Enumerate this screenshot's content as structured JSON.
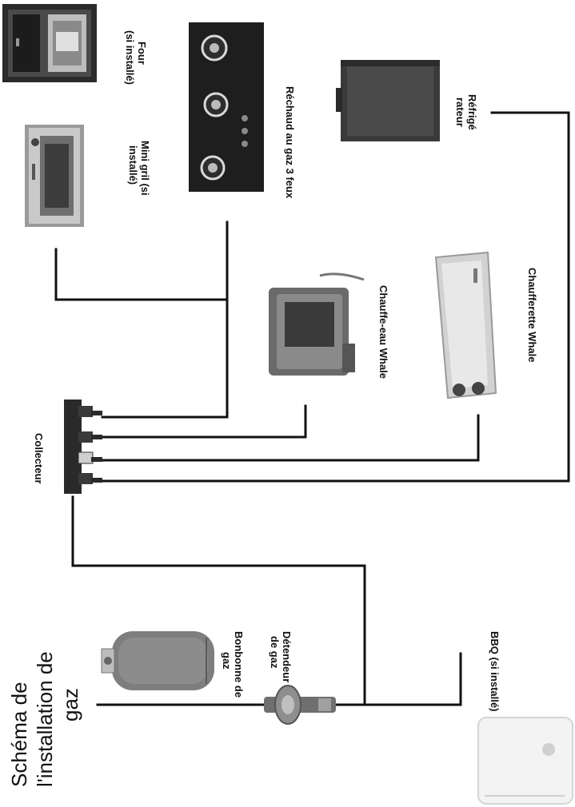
{
  "diagram": {
    "title_lines": [
      "Schéma de",
      "l'installation de",
      "gaz"
    ],
    "labels": {
      "four": [
        "Four",
        "(si installé)"
      ],
      "mini_gril": [
        "Mini gril (si",
        "installé)"
      ],
      "rechaud": "Réchaud au gaz 3 feux",
      "refrigerateur": [
        "Réfrigé",
        "rateur"
      ],
      "chauffe_eau": "Chauffe-eau Whale",
      "chaufferette": "Chaufferette Whale",
      "collecteur": "Collecteur",
      "bonbonne": [
        "Bonbonne de",
        "gaz"
      ],
      "detendeur": [
        "Détendeur",
        "de gaz"
      ],
      "bbq": "BBQ (si installé)"
    },
    "colors": {
      "pipe": "#111111",
      "appliance_dark": "#3a3a3a",
      "appliance_mid": "#7a7a7a",
      "appliance_light": "#c8c8c8"
    }
  }
}
